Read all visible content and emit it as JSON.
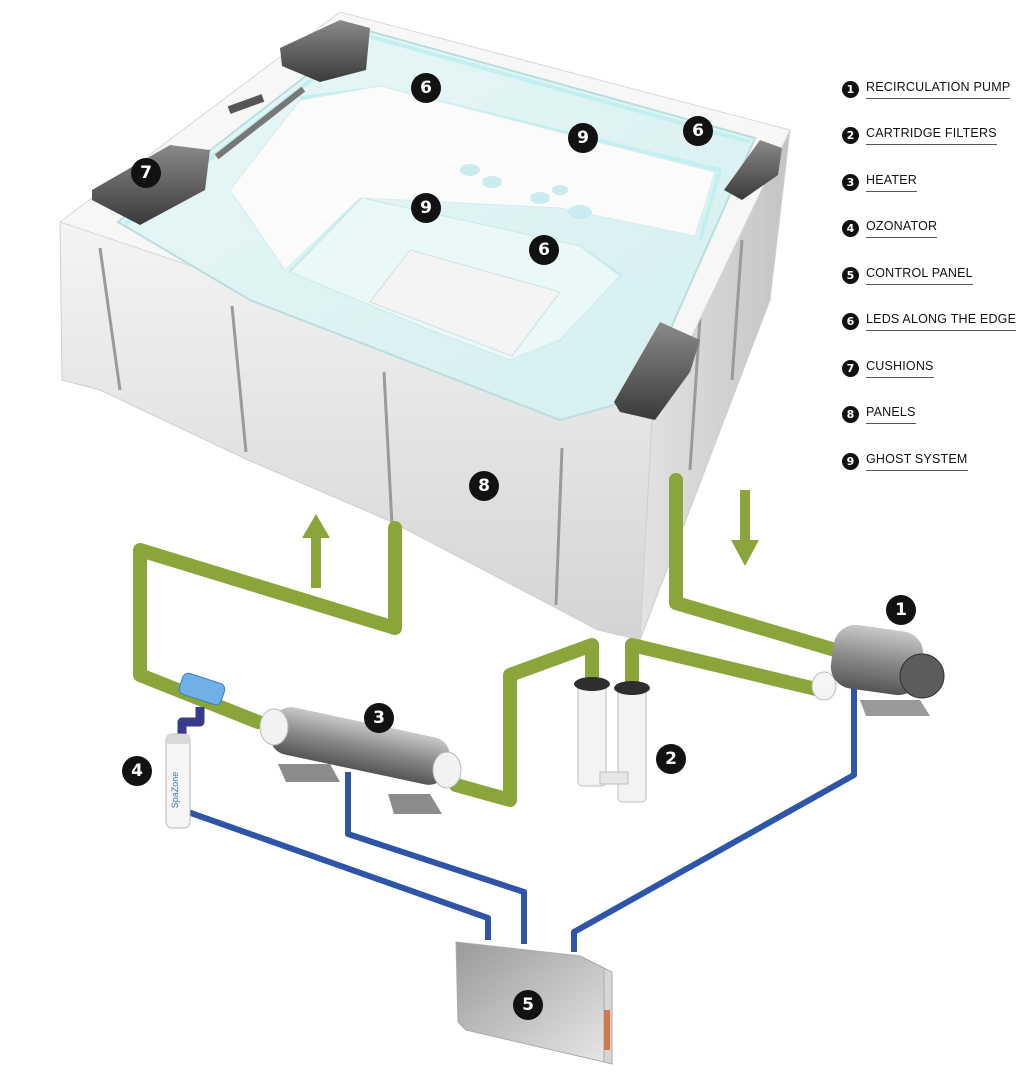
{
  "legend": [
    {
      "num": "1",
      "label": "RECIRCULATION PUMP"
    },
    {
      "num": "2",
      "label": "CARTRIDGE FILTERS"
    },
    {
      "num": "3",
      "label": "HEATER"
    },
    {
      "num": "4",
      "label": "OZONATOR"
    },
    {
      "num": "5",
      "label": "CONTROL PANEL"
    },
    {
      "num": "6",
      "label": "LEDS ALONG THE EDGE"
    },
    {
      "num": "7",
      "label": "CUSHIONS"
    },
    {
      "num": "8",
      "label": "PANELS"
    },
    {
      "num": "9",
      "label": "GHOST SYSTEM"
    }
  ],
  "callouts": {
    "pump": "1",
    "filters": "2",
    "heater": "3",
    "ozonator": "4",
    "control_panel": "5",
    "led_top": "6",
    "led_right": "6",
    "led_inner": "6",
    "cushion": "7",
    "panel": "8",
    "ghost_top": "9",
    "ghost_inner": "9"
  },
  "ozonator_brand": "SpaZone",
  "colors": {
    "water_pipe": "#8aa63a",
    "electric_cable": "#2f55a8",
    "badge": "#121212"
  }
}
